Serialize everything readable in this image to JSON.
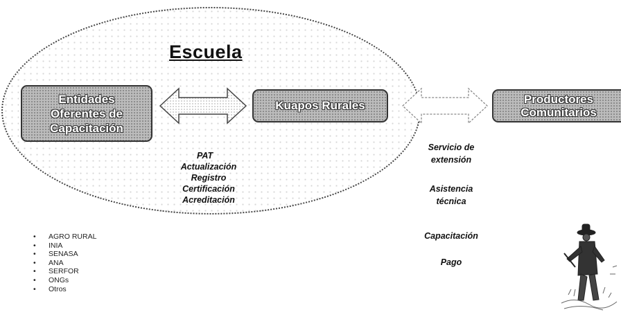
{
  "title": "Escuela",
  "boxes": {
    "left": [
      "Entidades",
      "Oferentes de",
      "Capacitación"
    ],
    "middle": "Kuapos Rurales",
    "right": [
      "Productores",
      "Comunitarios"
    ]
  },
  "pat": "PAT",
  "pat_items": [
    "Actualización",
    "Registro",
    "Certificación",
    "Acreditación"
  ],
  "services": [
    [
      "Servicio de",
      "extensión"
    ],
    [
      "Asistencia",
      "técnica"
    ],
    [
      "Capacitación"
    ],
    [
      "Pago"
    ]
  ],
  "entities": [
    "AGRO RURAL",
    "INIA",
    "SENASA",
    "ANA",
    "SERFOR",
    "ONGs",
    "Otros"
  ]
}
